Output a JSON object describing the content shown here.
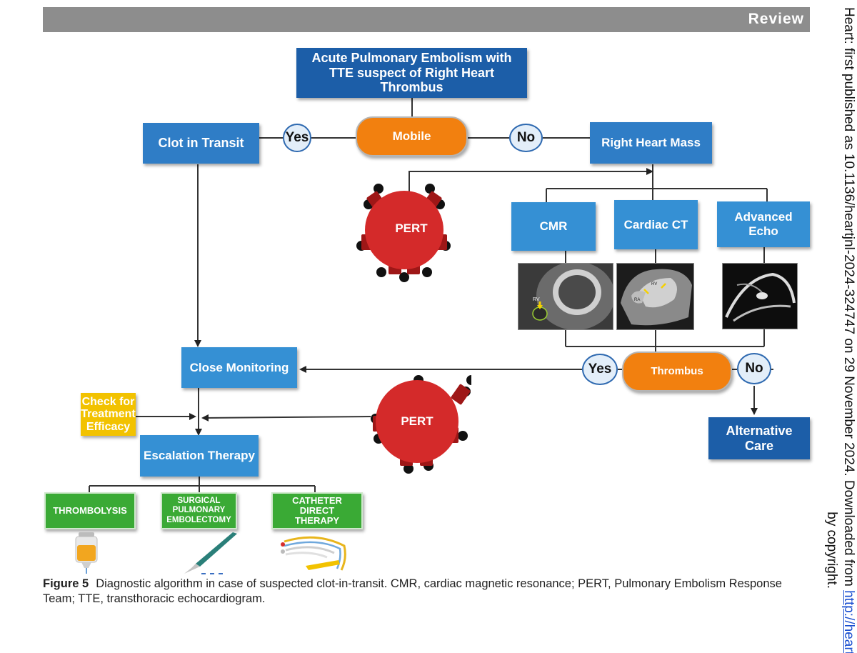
{
  "header": {
    "label": "Review"
  },
  "nodes": {
    "start": {
      "line1": "Acute Pulmonary Embolism with",
      "line2": "TTE suspect of Right Heart Thrombus"
    },
    "clot_in_transit": "Clot in Transit",
    "mobile": "Mobile",
    "right_heart_mass": "Right Heart Mass",
    "pert_top": "PERT",
    "cmr": "CMR",
    "cardiac_ct": "Cardiac CT",
    "advanced_echo": {
      "line1": "Advanced",
      "line2": "Echo"
    },
    "close_monitoring": "Close Monitoring",
    "thrombus": "Thrombus",
    "check_efficacy": {
      "line1": "Check for",
      "line2": "Treatment",
      "line3": "Efficacy"
    },
    "pert_bottom": "PERT",
    "escalation": "Escalation Therapy",
    "alternative_care": {
      "line1": "Alternative",
      "line2": "Care"
    },
    "thrombolysis": "THROMBOLYSIS",
    "surgical": {
      "line1": "SURGICAL",
      "line2": "PULMONARY",
      "line3": "EMBOLECTOMY"
    },
    "catheter": {
      "line1": "CATHETER",
      "line2": "DIRECT",
      "line3": "THERAPY"
    }
  },
  "decisions": {
    "mobile_yes": "Yes",
    "mobile_no": "No",
    "thrombus_yes": "Yes",
    "thrombus_no": "No"
  },
  "image_labels": {
    "cmr_rv": "RV",
    "ct_rv": "RV",
    "ct_ra": "RA"
  },
  "caption": {
    "label": "Figure 5",
    "text": "Diagnostic algorithm in case of suspected clot-in-transit. CMR, cardiac magnetic resonance; PERT, Pulmonary Embolism Response Team; TTE, transthoracic echocardiogram."
  },
  "side_note": {
    "line1_text": "Heart: first published as 10.1136/heartjnl-2024-324747 on 29 November 2024. Downloaded from ",
    "line1_link": "http://heart",
    "line2": "by copyright."
  },
  "colors": {
    "dark_blue": "#1c5ea8",
    "mid_blue": "#2f7dc6",
    "orange": "#f2800f",
    "red": "#d42a2a",
    "green": "#3aaa35",
    "yellow": "#f2c200",
    "header_gray": "#8d8d8d"
  }
}
